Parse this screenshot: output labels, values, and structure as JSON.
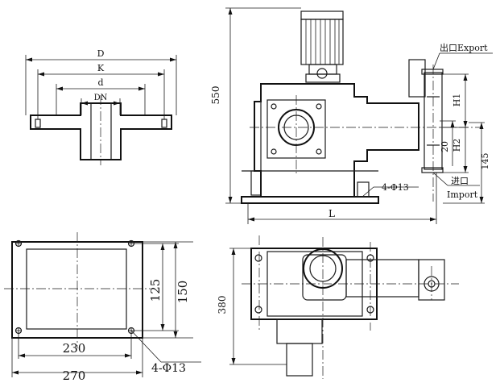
{
  "flange_detail": {
    "labels": {
      "D": "D",
      "K": "K",
      "d": "d",
      "DN": "DN"
    }
  },
  "base_plan": {
    "dim_230": "230",
    "dim_270": "270",
    "dim_125": "125",
    "dim_150": "150",
    "holes_note": "4-Φ13"
  },
  "side_view": {
    "dim_550": "550",
    "dim_145": "145",
    "dim_20": "20",
    "dim_L": "L",
    "H1": "H1",
    "H2": "H2",
    "holes_note": "4-Φ13",
    "outlet_label": "出口Export",
    "inlet_label_cn": "进口",
    "inlet_label_en": "Import"
  },
  "top_view": {
    "dim_380": "380"
  }
}
